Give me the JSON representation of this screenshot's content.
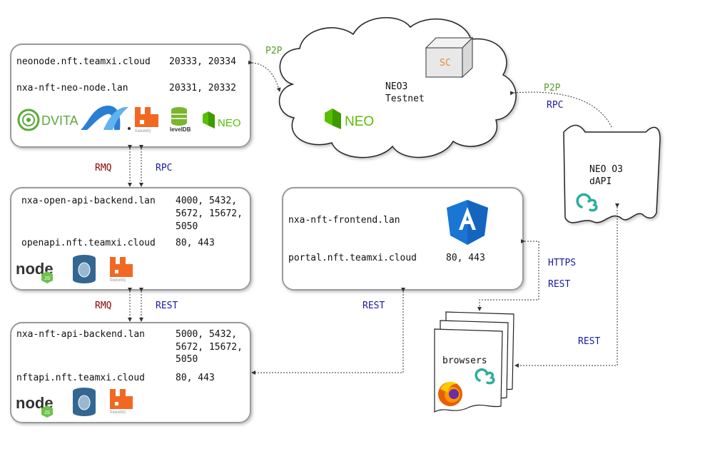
{
  "boxes": {
    "neo_node": {
      "host1": "neonode.nft.teamxi.cloud",
      "ports1": "20333, 20334",
      "host2": "nxa-nft-neo-node.lan",
      "ports2": "20331, 20332",
      "logos": [
        "DVITA",
        "NEO"
      ]
    },
    "open_api": {
      "host1": "nxa-open-api-backend.lan",
      "ports1_line1": "4000, 5432,",
      "ports1_line2": "5672, 15672,",
      "ports1_line3": "5050",
      "host2": "openapi.nft.teamxi.cloud",
      "ports2": "80, 443"
    },
    "nft_api": {
      "host1": "nxa-nft-api-backend.lan",
      "ports1_line1": "5000, 5432,",
      "ports1_line2": "5672, 15672,",
      "ports1_line3": "5050",
      "host2": "nftapi.nft.teamxi.cloud",
      "ports2": "80, 443"
    },
    "frontend": {
      "host1": "nxa-nft-frontend.lan",
      "host2": "portal.nft.teamxi.cloud",
      "ports2": "80, 443"
    }
  },
  "cloud": {
    "line1": "NEO3",
    "line2": "Testnet",
    "sc_label": "SC",
    "neo_logo": "NEO"
  },
  "dapi": {
    "line1": "NEO O3",
    "line2": "dAPI"
  },
  "browsers": {
    "label": "browsers"
  },
  "edge_labels": {
    "p2p_left": "P2P",
    "p2p_right": "P2P",
    "rpc_right": "RPC",
    "rmq_top": "RMQ",
    "rpc_top": "RPC",
    "rmq_bottom": "RMQ",
    "rest_bottom": "REST",
    "rest_frontend": "REST",
    "https": "HTTPS",
    "rest_browsers": "REST",
    "rest_dapi": "REST"
  },
  "colors": {
    "box_border": "#9a9a9a",
    "label_red": "#8b0000",
    "label_blue": "#1a1aa6",
    "label_green": "#5a9e2b",
    "neo_green": "#58bf00",
    "angular_blue": "#1976d2",
    "rabbit_orange": "#f26822",
    "o3_teal": "#2dae9a"
  }
}
